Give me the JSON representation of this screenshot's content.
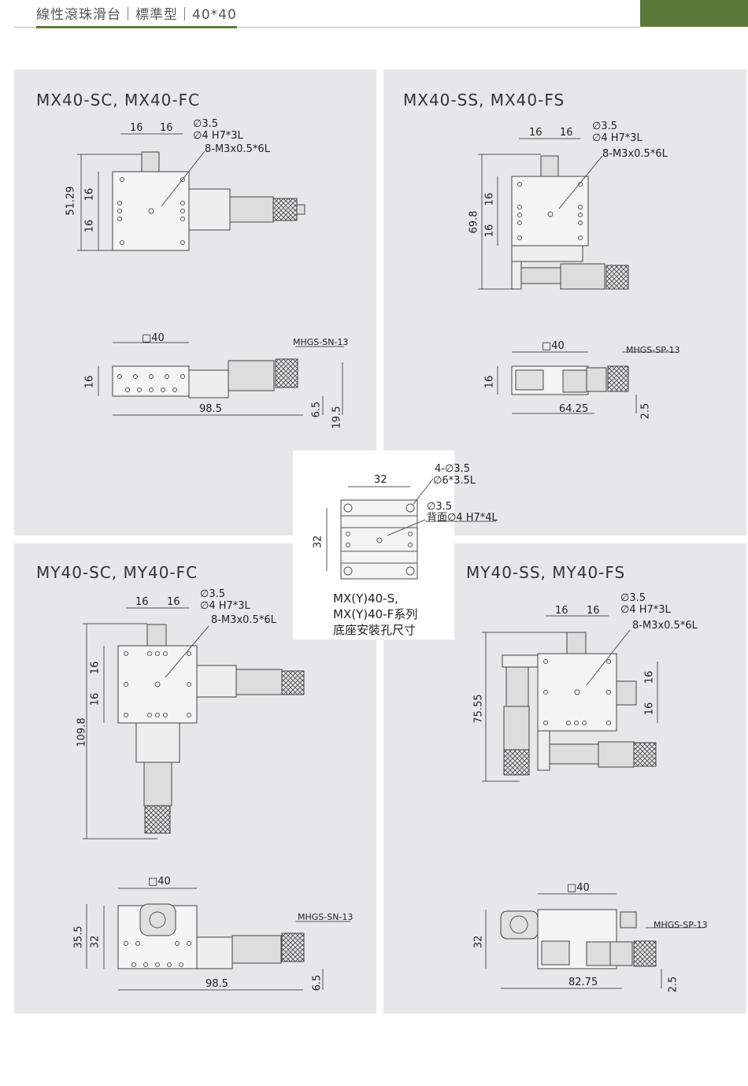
{
  "header": {
    "title": "線性滾珠滑台｜標準型｜40*40"
  },
  "panels": {
    "mx_c": {
      "title": "MX40-SC, MX40-FC",
      "d1": "16",
      "d2": "16",
      "hole1": "∅3.5",
      "hole2": "∅4 H7*3L",
      "tap": "8-M3x0.5*6L",
      "h_total": "51.29",
      "h1": "16",
      "h2": "16",
      "sq": "□40",
      "part": "MHGS-SN-13",
      "side_h": "16",
      "len": "98.5",
      "off1": "6.5",
      "off2": "19.5"
    },
    "mx_s": {
      "title": "MX40-SS, MX40-FS",
      "d1": "16",
      "d2": "16",
      "hole1": "∅3.5",
      "hole2": "∅4 H7*3L",
      "tap": "8-M3x0.5*6L",
      "h_total": "69.8",
      "h1": "16",
      "h2": "16",
      "sq": "□40",
      "part": "MHGS-SP-13",
      "side_h": "16",
      "len": "64.25",
      "off1": "2.5"
    },
    "my_c": {
      "title": "MY40-SC, MY40-FC",
      "d1": "16",
      "d2": "16",
      "hole1": "∅3.5",
      "hole2": "∅4 H7*3L",
      "tap": "8-M3x0.5*6L",
      "h_total": "109.8",
      "h1": "16",
      "h2": "16",
      "sq": "□40",
      "part": "MHGS-SN-13",
      "side_h1": "35.5",
      "side_h2": "32",
      "len": "98.5",
      "off1": "6.5"
    },
    "my_s": {
      "title": "MY40-SS, MY40-FS",
      "d1": "16",
      "d2": "16",
      "hole1": "∅3.5",
      "hole2": "∅4 H7*3L",
      "tap": "8-M3x0.5*6L",
      "h_total": "75.55",
      "h1": "16",
      "h2": "16",
      "sq": "□40",
      "part": "MHGS-SP-13",
      "side_h": "32",
      "len": "82.75",
      "off1": "2.5"
    }
  },
  "base": {
    "w": "32",
    "h": "32",
    "holes": "4-∅3.5",
    "cb": "∅6*3.5L",
    "pin1": "∅3.5",
    "pin2": "背面∅4 H7*4L",
    "caption": [
      "MX(Y)40-S,",
      "MX(Y)40-F系列",
      "底座安裝孔尺寸"
    ]
  },
  "colors": {
    "accent": "#5b7a3a",
    "panel": "#e6e7e8"
  }
}
